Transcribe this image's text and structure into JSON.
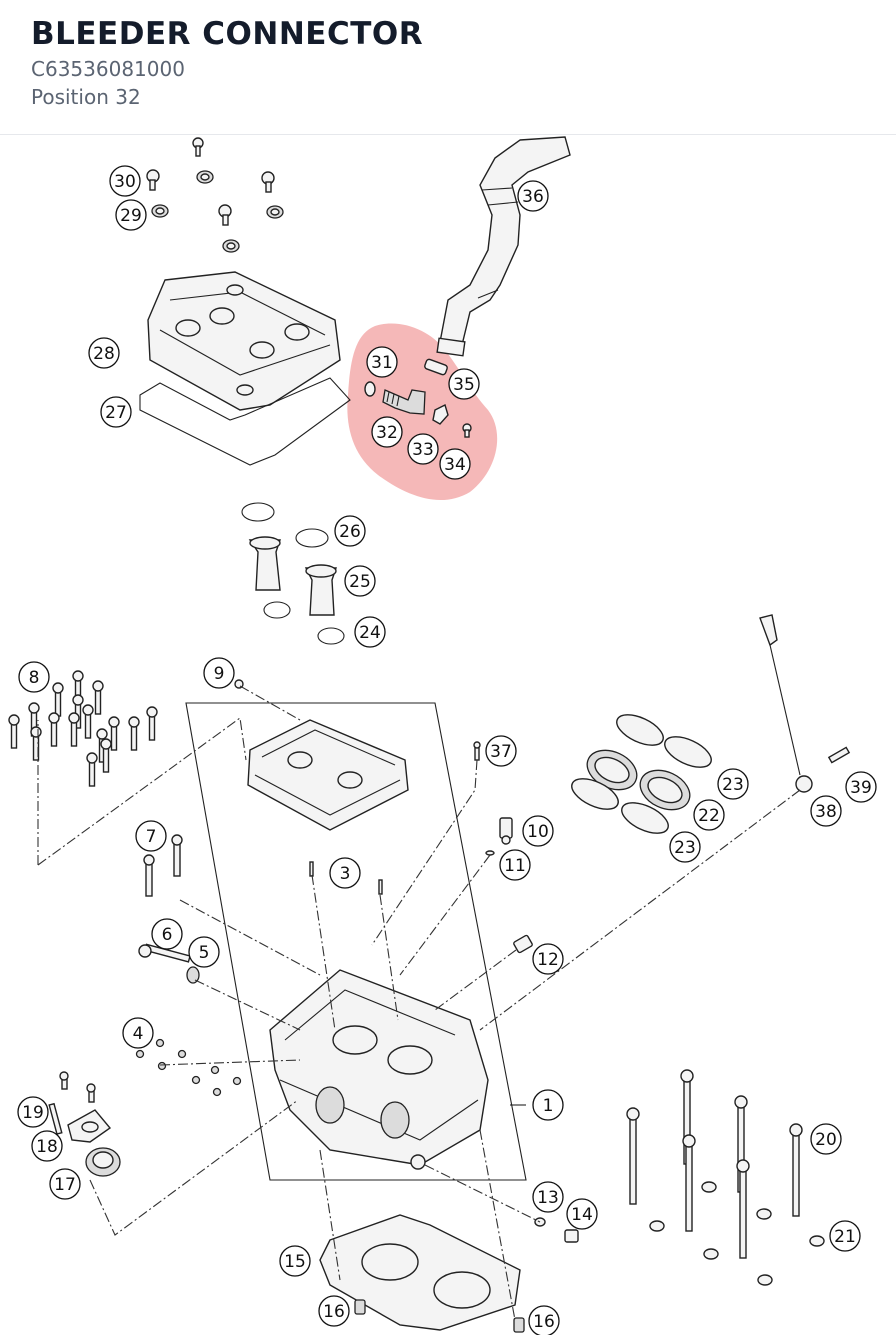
{
  "part": {
    "name": "BLEEDER CONNECTOR",
    "number": "C63536081000",
    "position": "Position 32"
  },
  "highlight_color": "#f2a0a0",
  "callouts": [
    {
      "id": "c1",
      "text": "1"
    },
    {
      "id": "c3",
      "text": "3"
    },
    {
      "id": "c4",
      "text": "4"
    },
    {
      "id": "c5",
      "text": "5"
    },
    {
      "id": "c6",
      "text": "6"
    },
    {
      "id": "c7",
      "text": "7"
    },
    {
      "id": "c8",
      "text": "8"
    },
    {
      "id": "c9",
      "text": "9"
    },
    {
      "id": "c10",
      "text": "10"
    },
    {
      "id": "c11",
      "text": "11"
    },
    {
      "id": "c12",
      "text": "12"
    },
    {
      "id": "c13",
      "text": "13"
    },
    {
      "id": "c14",
      "text": "14"
    },
    {
      "id": "c15",
      "text": "15"
    },
    {
      "id": "c16a",
      "text": "16"
    },
    {
      "id": "c16b",
      "text": "16"
    },
    {
      "id": "c17",
      "text": "17"
    },
    {
      "id": "c18",
      "text": "18"
    },
    {
      "id": "c19",
      "text": "19"
    },
    {
      "id": "c20",
      "text": "20"
    },
    {
      "id": "c21",
      "text": "21"
    },
    {
      "id": "c22",
      "text": "22"
    },
    {
      "id": "c23a",
      "text": "23"
    },
    {
      "id": "c23b",
      "text": "23"
    },
    {
      "id": "c24",
      "text": "24"
    },
    {
      "id": "c25",
      "text": "25"
    },
    {
      "id": "c26",
      "text": "26"
    },
    {
      "id": "c27",
      "text": "27"
    },
    {
      "id": "c28",
      "text": "28"
    },
    {
      "id": "c29",
      "text": "29"
    },
    {
      "id": "c30",
      "text": "30"
    },
    {
      "id": "c31",
      "text": "31"
    },
    {
      "id": "c32",
      "text": "32"
    },
    {
      "id": "c33",
      "text": "33"
    },
    {
      "id": "c34",
      "text": "34"
    },
    {
      "id": "c35",
      "text": "35"
    },
    {
      "id": "c36",
      "text": "36"
    },
    {
      "id": "c37",
      "text": "37"
    },
    {
      "id": "c38",
      "text": "38"
    },
    {
      "id": "c39",
      "text": "39"
    }
  ]
}
